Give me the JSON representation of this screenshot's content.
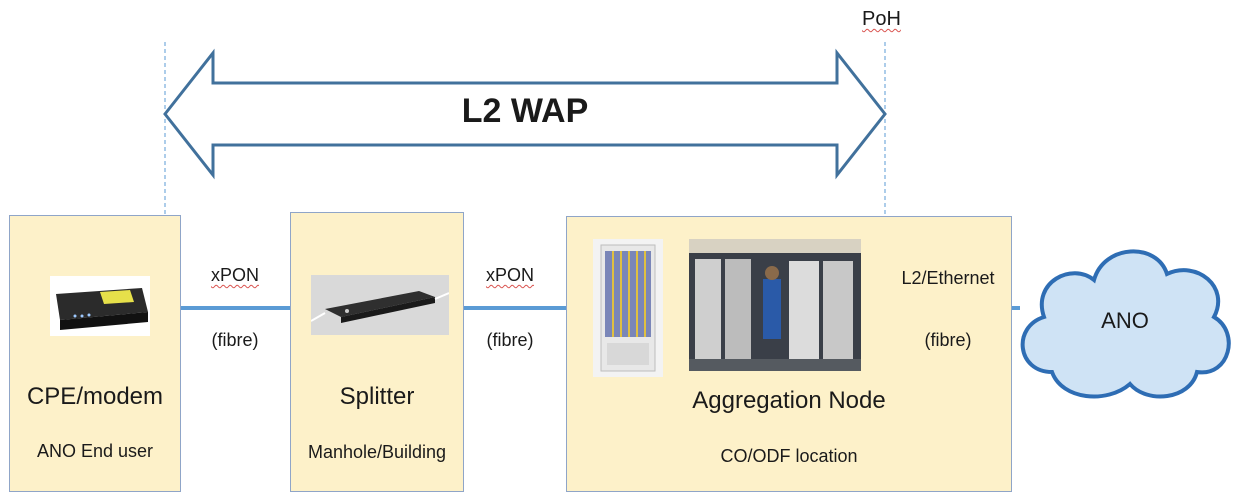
{
  "header": {
    "poh_label": "PoH"
  },
  "arrow": {
    "label": "L2 WAP"
  },
  "nodes": {
    "cpe": {
      "title": "CPE/modem",
      "subtitle": "ANO End user"
    },
    "splitter": {
      "title": "Splitter",
      "subtitle": "Manhole/Building"
    },
    "aggregation": {
      "title": "Aggregation Node",
      "subtitle": "CO/ODF location"
    },
    "ano": {
      "title": "ANO"
    }
  },
  "links": [
    {
      "protocol": "xPON",
      "medium": "(fibre)"
    },
    {
      "protocol": "xPON",
      "medium": "(fibre)"
    },
    {
      "protocol": "L2/Ethernet",
      "medium": "(fibre)"
    }
  ],
  "colors": {
    "box_fill": "#fdf1c9",
    "box_border": "#8fa5c8",
    "fibre_line": "#5b9bd5",
    "arrow_outline": "#41719c",
    "cloud_fill": "#cfe3f5",
    "cloud_border": "#2e6db4"
  }
}
